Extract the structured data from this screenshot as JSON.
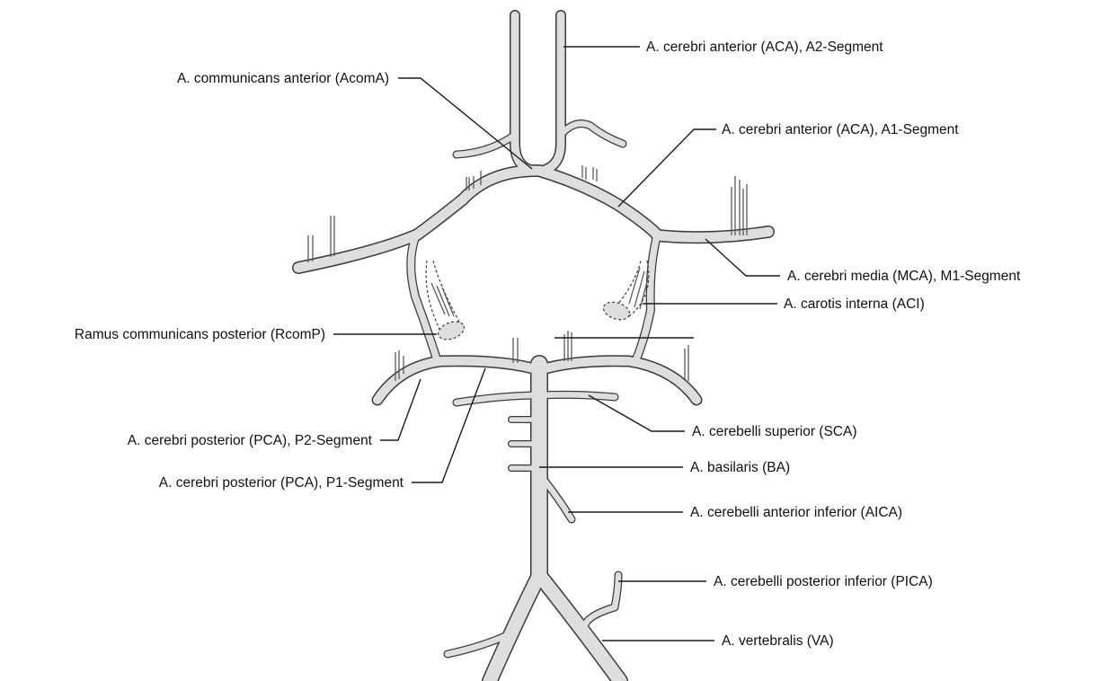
{
  "labels": {
    "aca_a2": "A. cerebri anterior (ACA), A2-Segment",
    "acoma": "A. communicans anterior (AcomA)",
    "aca_a1": "A. cerebri anterior (ACA), A1-Segment",
    "mca_m1": "A. cerebri media (MCA), M1-Segment",
    "aci": "A. carotis interna (ACI)",
    "rcomp": "Ramus communicans posterior (RcomP)",
    "sca": "A. cerebelli superior (SCA)",
    "pca_p2": "A. cerebri posterior (PCA), P2-Segment",
    "ba": "A. basilaris (BA)",
    "pca_p1": "A. cerebri posterior (PCA), P1-Segment",
    "aica": "A. cerebelli anterior inferior (AICA)",
    "pica": "A. cerebelli posterior inferior (PICA)",
    "va": "A. vertebralis (VA)"
  },
  "colors": {
    "vessel_fill": "#dedede",
    "vessel_outline": "#3a3a3a",
    "leader_line": "#1a1a1a",
    "text": "#111111"
  }
}
